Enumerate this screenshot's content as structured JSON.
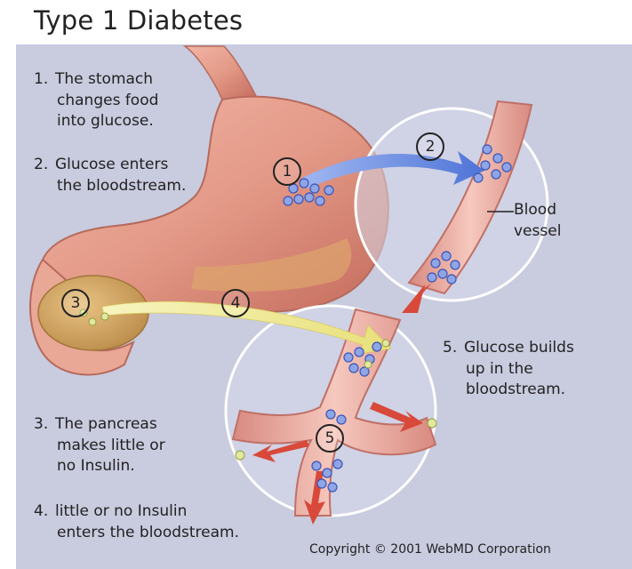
{
  "title": "Type 1 Diabetes",
  "steps": [
    {
      "num": "1.",
      "lines": [
        "The stomach",
        "changes food",
        "into glucose."
      ]
    },
    {
      "num": "2.",
      "lines": [
        "Glucose enters",
        "the bloodstream."
      ]
    },
    {
      "num": "3.",
      "lines": [
        "The pancreas",
        "makes little or",
        "no Insulin."
      ]
    },
    {
      "num": "4.",
      "lines": [
        "little or no Insulin",
        "enters the bloodstream."
      ]
    },
    {
      "num": "5.",
      "lines": [
        "Glucose builds",
        "up in the",
        "bloodstream."
      ]
    }
  ],
  "markers": [
    "1",
    "2",
    "3",
    "4",
    "5"
  ],
  "blood_vessel_label": [
    "Blood",
    "vessel"
  ],
  "copyright": "Copyright © 2001 WebMD Corporation"
}
